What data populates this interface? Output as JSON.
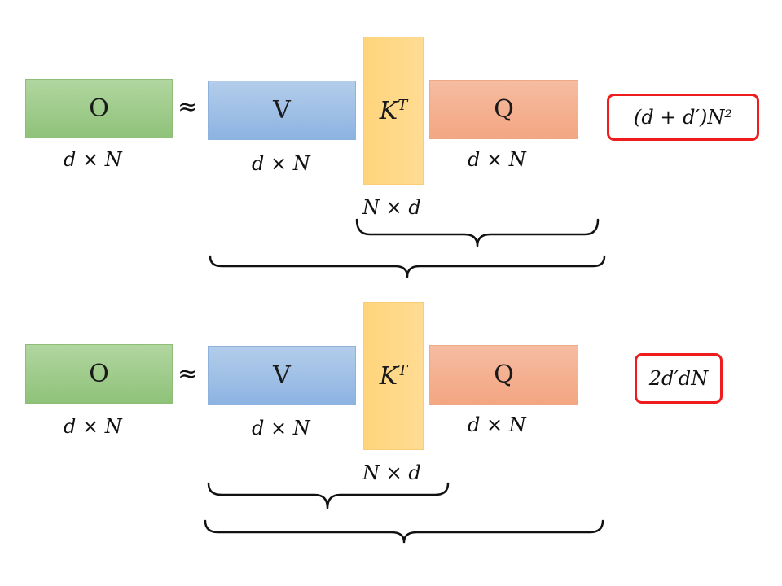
{
  "rows": [
    {
      "o": "O",
      "v": "V",
      "k_base": "K",
      "k_sup": "T",
      "q": "Q",
      "approx": "≈",
      "dim_o": "d × N",
      "dim_v": "d × N",
      "dim_k": "N × d",
      "dim_q": "d × N",
      "cost": "(d + d′)N²"
    },
    {
      "o": "O",
      "v": "V",
      "k_base": "K",
      "k_sup": "T",
      "q": "Q",
      "approx": "≈",
      "dim_o": "d × N",
      "dim_v": "d × N",
      "dim_k": "N × d",
      "dim_q": "d × N",
      "cost": "2d′dN"
    }
  ],
  "colors": {
    "o": "#9ccb88",
    "v": "#9fbfe6",
    "k": "#ffd887",
    "q": "#f4b090",
    "cost_border": "#ee1c1c"
  }
}
